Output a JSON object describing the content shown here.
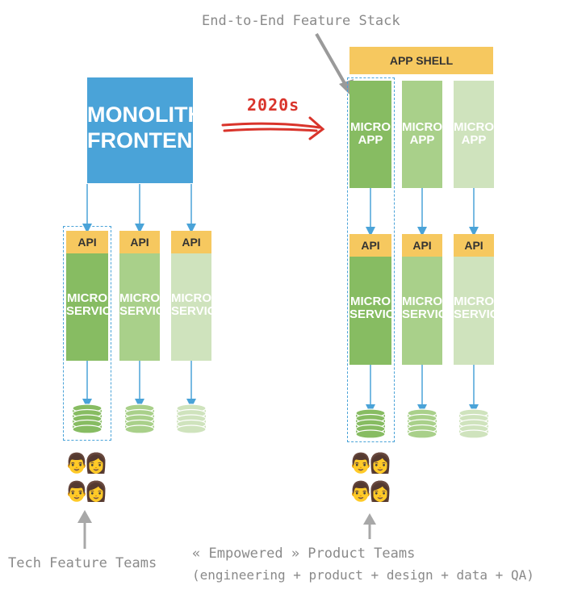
{
  "titles": {
    "end_to_end": "End-to-End Feature Stack",
    "era": "2020s"
  },
  "left": {
    "monolith": "MONOLITH\nFRONTEND",
    "api": [
      "API",
      "API",
      "API"
    ],
    "service": [
      "MICRO\nSERVICE",
      "MICRO\nSERVICE",
      "MICRO\nSERVICE"
    ],
    "caption": "Tech Feature Teams"
  },
  "right": {
    "app_shell": "APP SHELL",
    "apps": [
      "MICRO\nAPP",
      "MICRO\nAPP",
      "MICRO\nAPP"
    ],
    "api": [
      "API",
      "API",
      "API"
    ],
    "service": [
      "MICRO\nSERVICE",
      "MICRO\nSERVICE",
      "MICRO\nSERVICE"
    ],
    "caption_line1": "« Empowered » Product Teams",
    "caption_line2": "(engineering + product + design + data + QA)"
  },
  "colors": {
    "monolith": "#4aa3d8",
    "green_dark": "#87bc62",
    "green_mid": "#a9d08a",
    "green_light": "#cfe3bd",
    "api": "#f6c85f",
    "red_arrow": "#d9342b"
  }
}
